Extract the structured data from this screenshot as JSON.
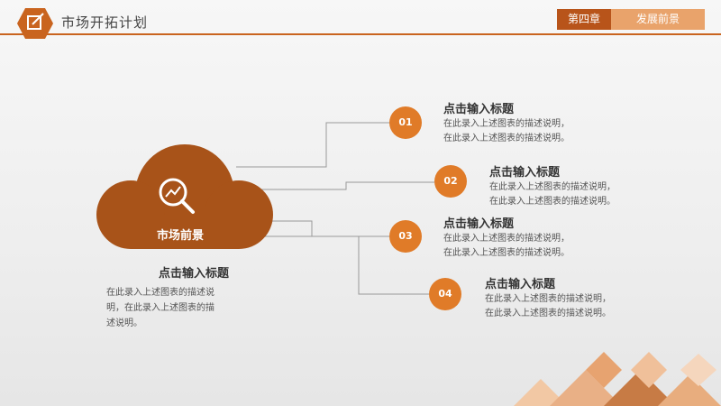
{
  "header": {
    "title": "市场开拓计划",
    "chapter_tab": "第四章",
    "section_tab": "发展前景"
  },
  "cloud": {
    "label": "市场前景"
  },
  "left_block": {
    "title": "点击输入标题",
    "desc_line1": "在此录入上述图表的描述说",
    "desc_line2": "明，在此录入上述图表的描",
    "desc_line3": "述说明。"
  },
  "items": [
    {
      "number": "01",
      "title": "点击输入标题",
      "line1": "在此录入上述图表的描述说明，",
      "line2": "在此录入上述图表的描述说明。"
    },
    {
      "number": "02",
      "title": "点击输入标题",
      "line1": "在此录入上述图表的描述说明，",
      "line2": "在此录入上述图表的描述说明。"
    },
    {
      "number": "03",
      "title": "点击输入标题",
      "line1": "在此录入上述图表的描述说明，",
      "line2": "在此录入上述图表的描述说明。"
    },
    {
      "number": "04",
      "title": "点击输入标题",
      "line1": "在此录入上述图表的描述说明，",
      "line2": "在此录入上述图表的描述说明。"
    }
  ],
  "colors": {
    "accent": "#e07b28",
    "cloud": "#a85319",
    "header_dark": "#b8541a",
    "header_light": "#e9a36b"
  },
  "icons": {
    "header": "edit-icon",
    "cloud": "search-chart-icon"
  }
}
